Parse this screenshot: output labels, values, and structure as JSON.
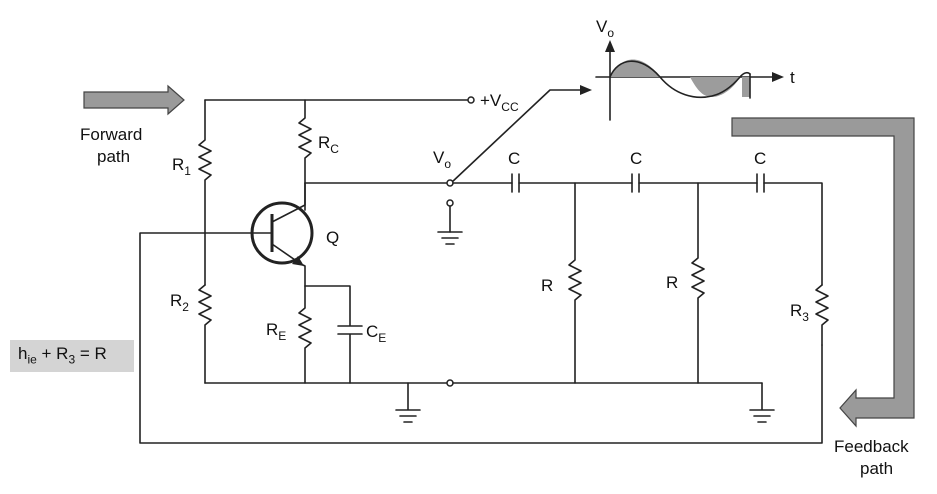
{
  "labels": {
    "forward_path_line1": "Forward",
    "forward_path_line2": "path",
    "feedback_path_line1": "Feedback",
    "feedback_path_line2": "path",
    "vcc_main": "+V",
    "vcc_sub": "CC",
    "vo_main": "V",
    "vo_sub": "o",
    "graph_y_main": "V",
    "graph_y_sub": "o",
    "graph_x": "t",
    "r1_main": "R",
    "r1_sub": "1",
    "r2_main": "R",
    "r2_sub": "2",
    "rc_main": "R",
    "rc_sub": "C",
    "re_main": "R",
    "re_sub": "E",
    "ce_main": "C",
    "ce_sub": "E",
    "transistor": "Q",
    "cap1": "C",
    "cap2": "C",
    "cap3": "C",
    "res1": "R",
    "res2": "R",
    "r3_main": "R",
    "r3_sub": "3"
  },
  "formula": {
    "h": "h",
    "h_sub": "ie",
    "mid": " + R",
    "r_sub": "3",
    "tail": " = R"
  }
}
